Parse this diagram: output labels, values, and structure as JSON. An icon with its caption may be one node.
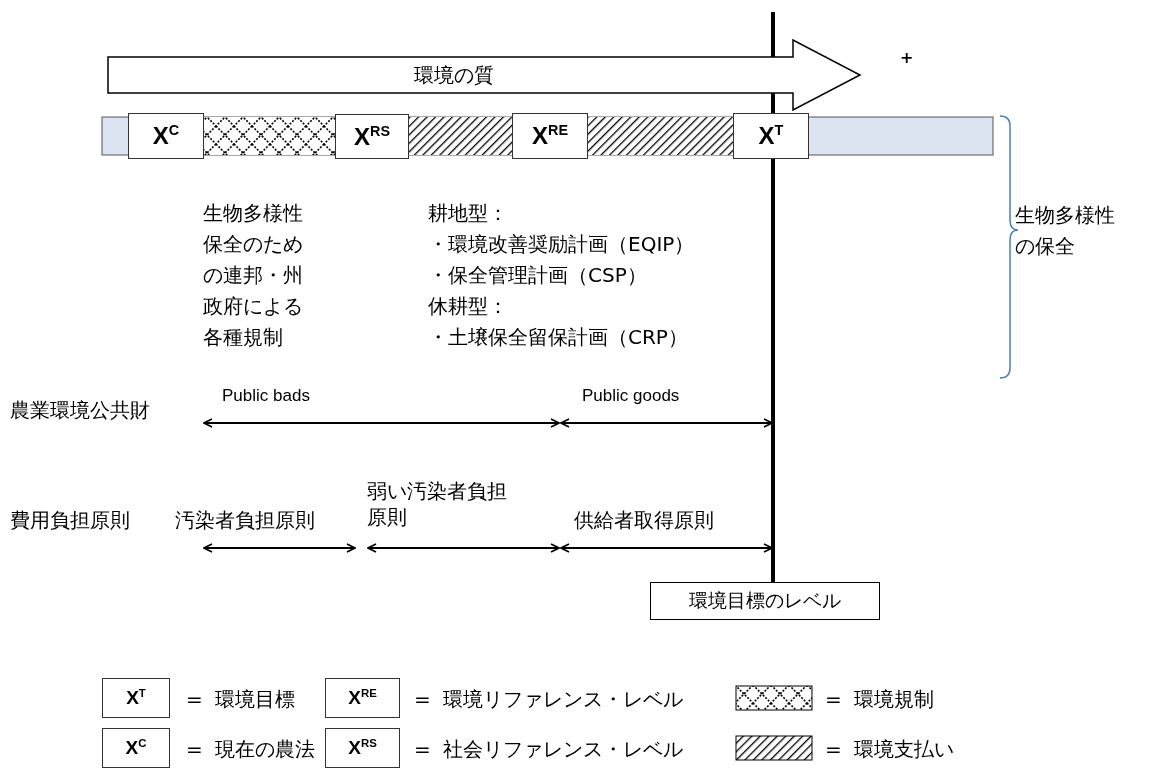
{
  "diagram": {
    "nodes": [
      {
        "text": [
          "環境の質"
        ],
        "beside": [
          "+"
        ]
      },
      {
        "text": [
          "X$^{C}$"
        ]
      },
      {
        "text": [
          "X$^{RS}$"
        ]
      },
      {
        "text": [
          "X$^{RE}$"
        ]
      },
      {
        "text": [
          "X$^{T}$"
        ]
      },
      {
        "text": [
          "環境目標のレベル"
        ]
      },
      {
        "text": [
          "X$^{T}$"
        ]
      },
      {
        "text": [
          "X$^{C}$"
        ]
      },
      {
        "text": [
          "X$^{RE}$"
        ]
      },
      {
        "text": [
          "X$^{RS}$"
        ]
      }
    ],
    "edges": [],
    "labels": [
      "生物多様性保全のための連邦・州政府による各種規制",
      "耕地型：",
      "・環境改善奨励計画（EQIP）",
      "・保全管理計画（CSP）",
      "休耕型：",
      "・土壌保全留保計画（CRP）",
      "生物多様性の保全",
      "農業環境公共財",
      "Public bads",
      "Public goods",
      "費用負担原則",
      "汚染者負担原則",
      "弱い汚染者負担原則",
      "供給者取得原則"
    ],
    "legend": [
      {
        "text": "=  環境目標"
      },
      {
        "text": "=  環境リファレンス・レベル"
      },
      {
        "text": "=  環境規制"
      },
      {
        "text": "=  現在の農法"
      },
      {
        "text": "=  社会リファレンス・レベル"
      },
      {
        "text": "=  環境支払い"
      }
    ]
  }
}
